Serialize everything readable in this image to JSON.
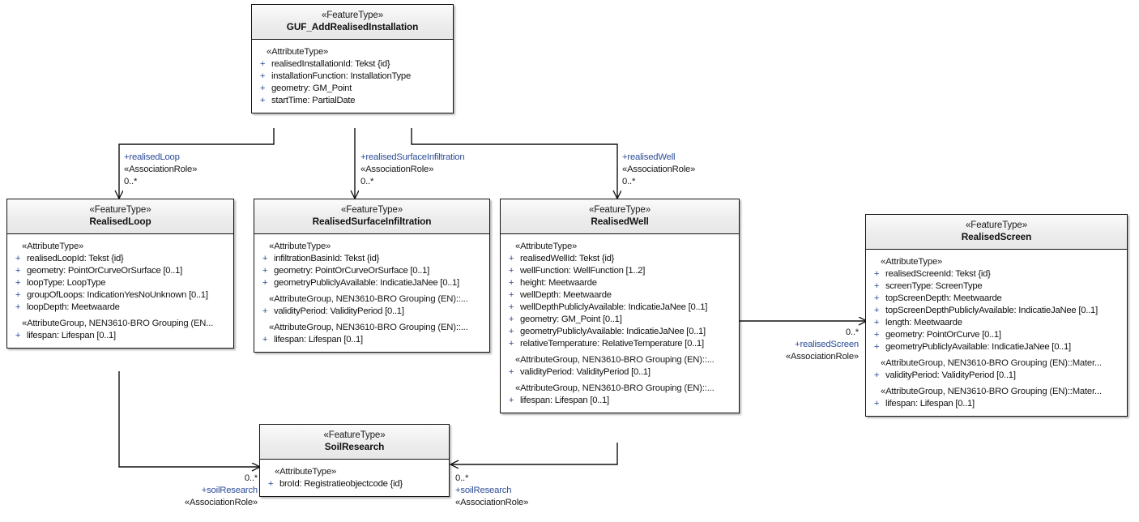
{
  "diagram": {
    "type": "uml-class-diagram",
    "title": "GUF_AddRealisedInstallation UML class diagram",
    "stereotype_feature": "«FeatureType»",
    "stereotype_attribute": "«AttributeType»"
  },
  "classes": [
    {
      "id": "guf",
      "stereotype": "«FeatureType»",
      "name": "GUF_AddRealisedInstallation",
      "sections": [
        {
          "group": "«AttributeType»",
          "attributes": [
            {
              "vis": "+",
              "text": "realisedInstallationId: Tekst {id}"
            },
            {
              "vis": "+",
              "text": "installationFunction: InstallationType"
            },
            {
              "vis": "+",
              "text": "geometry: GM_Point"
            },
            {
              "vis": "+",
              "text": "startTime: PartialDate"
            }
          ]
        }
      ]
    },
    {
      "id": "realisedLoop",
      "stereotype": "«FeatureType»",
      "name": "RealisedLoop",
      "sections": [
        {
          "group": "«AttributeType»",
          "attributes": [
            {
              "vis": "+",
              "text": "realisedLoopId: Tekst {id}"
            },
            {
              "vis": "+",
              "text": "geometry: PointOrCurveOrSurface [0..1]"
            },
            {
              "vis": "+",
              "text": "loopType: LoopType"
            },
            {
              "vis": "+",
              "text": "groupOfLoops: IndicationYesNoUnknown [0..1]"
            },
            {
              "vis": "+",
              "text": "loopDepth: Meetwaarde"
            }
          ]
        },
        {
          "group": "«AttributeGroup, NEN3610-BRO Grouping (EN...",
          "attributes": [
            {
              "vis": "+",
              "text": "lifespan: Lifespan [0..1]"
            }
          ]
        }
      ]
    },
    {
      "id": "realisedSurfaceInfiltration",
      "stereotype": "«FeatureType»",
      "name": "RealisedSurfaceInfiltration",
      "sections": [
        {
          "group": "«AttributeType»",
          "attributes": [
            {
              "vis": "+",
              "text": "infiltrationBasinId: Tekst {id}"
            },
            {
              "vis": "+",
              "text": "geometry: PointOrCurveOrSurface [0..1]"
            },
            {
              "vis": "+",
              "text": "geometryPubliclyAvailable: IndicatieJaNee [0..1]"
            }
          ]
        },
        {
          "group": "«AttributeGroup, NEN3610-BRO Grouping (EN)::...",
          "attributes": [
            {
              "vis": "+",
              "text": "validityPeriod: ValidityPeriod [0..1]"
            }
          ]
        },
        {
          "group": "«AttributeGroup, NEN3610-BRO Grouping (EN)::...",
          "attributes": [
            {
              "vis": "+",
              "text": "lifespan: Lifespan [0..1]"
            }
          ]
        }
      ]
    },
    {
      "id": "realisedWell",
      "stereotype": "«FeatureType»",
      "name": "RealisedWell",
      "sections": [
        {
          "group": "«AttributeType»",
          "attributes": [
            {
              "vis": "+",
              "text": "realisedWellId: Tekst {id}"
            },
            {
              "vis": "+",
              "text": "wellFunction: WellFunction [1..2]"
            },
            {
              "vis": "+",
              "text": "height: Meetwaarde"
            },
            {
              "vis": "+",
              "text": "wellDepth: Meetwaarde"
            },
            {
              "vis": "+",
              "text": "wellDepthPubliclyAvailable: IndicatieJaNee [0..1]"
            },
            {
              "vis": "+",
              "text": "geometry: GM_Point [0..1]"
            },
            {
              "vis": "+",
              "text": "geometryPubliclyAvailable: IndicatieJaNee [0..1]"
            },
            {
              "vis": "+",
              "text": "relativeTemperature: RelativeTemperature [0..1]"
            }
          ]
        },
        {
          "group": "«AttributeGroup, NEN3610-BRO Grouping (EN)::...",
          "attributes": [
            {
              "vis": "+",
              "text": "validityPeriod: ValidityPeriod [0..1]"
            }
          ]
        },
        {
          "group": "«AttributeGroup, NEN3610-BRO Grouping (EN)::...",
          "attributes": [
            {
              "vis": "+",
              "text": "lifespan: Lifespan [0..1]"
            }
          ]
        }
      ]
    },
    {
      "id": "realisedScreen",
      "stereotype": "«FeatureType»",
      "name": "RealisedScreen",
      "sections": [
        {
          "group": "«AttributeType»",
          "attributes": [
            {
              "vis": "+",
              "text": "realisedScreenId: Tekst {id}"
            },
            {
              "vis": "+",
              "text": "screenType: ScreenType"
            },
            {
              "vis": "+",
              "text": "topScreenDepth: Meetwaarde"
            },
            {
              "vis": "+",
              "text": "topScreenDepthPubliclyAvailable: IndicatieJaNee [0..1]"
            },
            {
              "vis": "+",
              "text": "length: Meetwaarde"
            },
            {
              "vis": "+",
              "text": "geometry: PointOrCurve [0..1]"
            },
            {
              "vis": "+",
              "text": "geometryPubliclyAvailable: IndicatieJaNee [0..1]"
            }
          ]
        },
        {
          "group": "«AttributeGroup, NEN3610-BRO Grouping (EN)::Mater...",
          "attributes": [
            {
              "vis": "+",
              "text": "validityPeriod: ValidityPeriod [0..1]"
            }
          ]
        },
        {
          "group": "«AttributeGroup, NEN3610-BRO Grouping (EN)::Mater...",
          "attributes": [
            {
              "vis": "+",
              "text": "lifespan: Lifespan [0..1]"
            }
          ]
        }
      ]
    },
    {
      "id": "soilResearch",
      "stereotype": "«FeatureType»",
      "name": "SoilResearch",
      "sections": [
        {
          "group": "«AttributeType»",
          "attributes": [
            {
              "vis": "+",
              "text": "broId: Registratieobjectcode {id}"
            }
          ]
        }
      ]
    }
  ],
  "associations": [
    {
      "id": "realisedLoop",
      "role": "+realisedLoop",
      "stereotype": "«AssociationRole»",
      "multiplicity": "0..*",
      "from": "GUF_AddRealisedInstallation",
      "to": "RealisedLoop"
    },
    {
      "id": "realisedSurfaceInfiltration",
      "role": "+realisedSurfaceInfiltration",
      "stereotype": "«AssociationRole»",
      "multiplicity": "0..*",
      "from": "GUF_AddRealisedInstallation",
      "to": "RealisedSurfaceInfiltration"
    },
    {
      "id": "realisedWell",
      "role": "+realisedWell",
      "stereotype": "«AssociationRole»",
      "multiplicity": "0..*",
      "from": "GUF_AddRealisedInstallation",
      "to": "RealisedWell"
    },
    {
      "id": "realisedScreen",
      "role": "+realisedScreen",
      "stereotype": "«AssociationRole»",
      "multiplicity": "0..*",
      "from": "RealisedWell",
      "to": "RealisedScreen"
    },
    {
      "id": "soilResearchLoop",
      "role": "+soilResearch",
      "stereotype": "«AssociationRole»",
      "multiplicity": "0..*",
      "from": "RealisedLoop",
      "to": "SoilResearch"
    },
    {
      "id": "soilResearchWell",
      "role": "+soilResearch",
      "stereotype": "«AssociationRole»",
      "multiplicity": "0..*",
      "from": "RealisedWell",
      "to": "SoilResearch"
    }
  ],
  "colors": {
    "line": "#111111",
    "header_fill": "#ededed",
    "body_fill": "#ffffff",
    "visibility": "#2c4c96",
    "text": "#111111"
  }
}
